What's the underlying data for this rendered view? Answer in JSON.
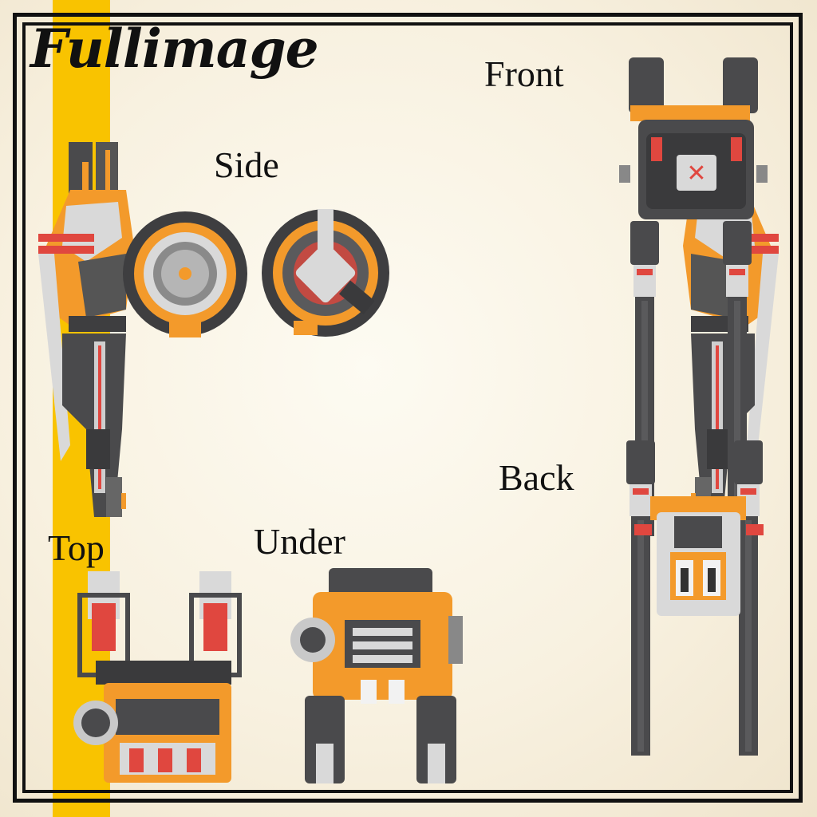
{
  "sheet": {
    "title": "Fullimage",
    "views": {
      "side": "Side",
      "front": "Front",
      "back": "Back",
      "top": "Top",
      "under": "Under"
    }
  },
  "colors": {
    "stripe": "#f9c300",
    "armor_orange": "#f39a2b",
    "armor_dark": "#4a4a4c",
    "armor_light": "#d9d9d9",
    "accent_red": "#e0473f"
  }
}
